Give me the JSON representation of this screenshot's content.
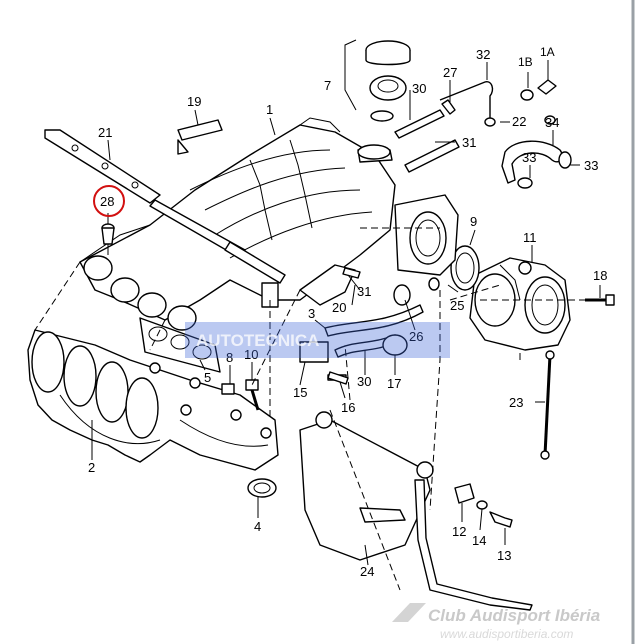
{
  "diagram": {
    "highlight_color": "#d21010",
    "highlighted_part": "28",
    "callouts": {
      "c1": "1",
      "c1A": "1A",
      "c1B": "1B",
      "c2": "2",
      "c3": "3",
      "c4": "4",
      "c5": "5",
      "c7": "7",
      "c8": "8",
      "c9": "9",
      "c10": "10",
      "c11": "11",
      "c12": "12",
      "c13": "13",
      "c14": "14",
      "c15": "15",
      "c16": "16",
      "c17": "17",
      "c18": "18",
      "c19": "19",
      "c20": "20",
      "c21": "21",
      "c22": "22",
      "c23": "23",
      "c24": "24",
      "c25": "25",
      "c26": "26",
      "c27": "27",
      "c28": "28",
      "c30a": "30",
      "c30b": "30",
      "c31a": "31",
      "c31b": "31",
      "c32": "32",
      "c33a": "33",
      "c33b": "33",
      "c34": "34"
    }
  },
  "watermarks": {
    "center": "AUTOTECNICA",
    "corner_line1": "Club Audisport Ibéria",
    "corner_line2": "www.audisportiberia.com",
    "watermark_color": "#3b63d6"
  }
}
